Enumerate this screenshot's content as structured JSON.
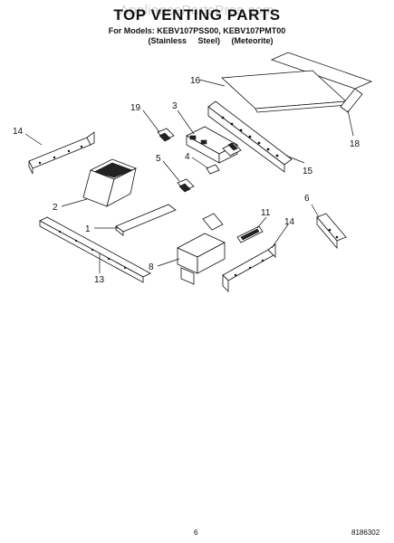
{
  "header": {
    "watermark": "AppliancePartsPros.com",
    "title": "TOP VENTING PARTS",
    "models_line": "For Models: KEBV107PSS00, KEBV107PMT00",
    "finish_stainless": "(Stainless Steel)",
    "finish_meteorite": "(Meteorite)"
  },
  "callouts": [
    "16",
    "18",
    "19",
    "3",
    "14",
    "15",
    "4",
    "5",
    "2",
    "1",
    "6",
    "11",
    "14",
    "8",
    "13"
  ],
  "footer": {
    "page_number": "6",
    "part_code": "8186302"
  },
  "colors": {
    "ink": "#111111",
    "background": "#ffffff"
  }
}
